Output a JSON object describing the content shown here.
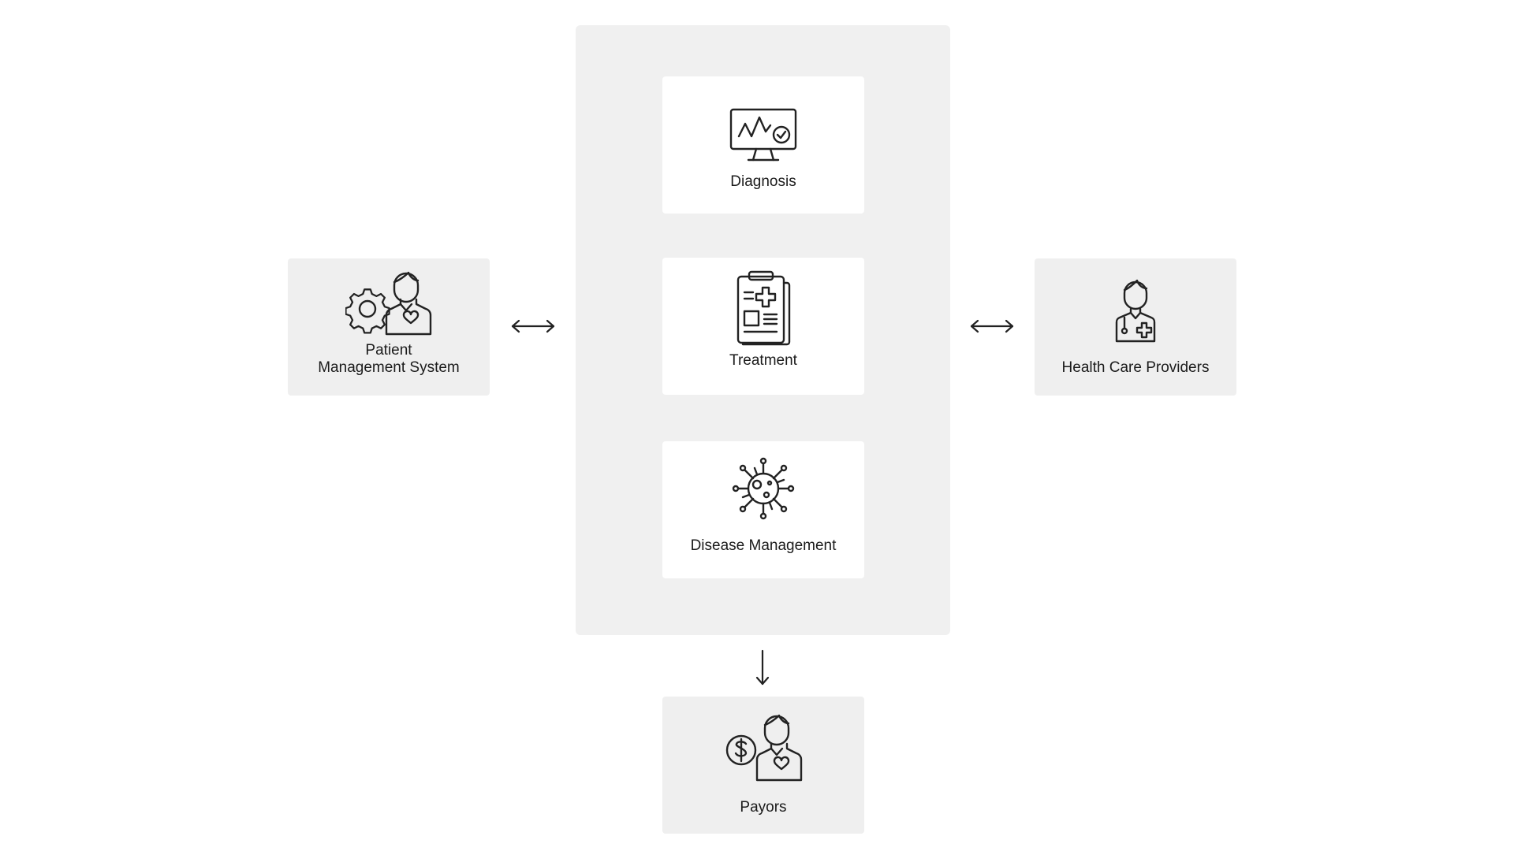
{
  "nodes": {
    "diagnosis": {
      "label": "Diagnosis",
      "icon": "monitor-heartbeat-check-icon"
    },
    "treatment": {
      "label": "Treatment",
      "icon": "clipboard-medical-icon"
    },
    "disease_management": {
      "label": "Disease Management",
      "icon": "virus-icon"
    },
    "patient_management": {
      "label_line1": "Patient",
      "label_line2": "Management System",
      "icon": "patient-gear-icon"
    },
    "health_care_providers": {
      "label": "Health Care Providers",
      "icon": "doctor-icon"
    },
    "payors": {
      "label": "Payors",
      "icon": "patient-dollar-icon"
    }
  },
  "connectors": [
    {
      "from": "Patient Management System",
      "to": "hub",
      "type": "bidirectional"
    },
    {
      "from": "hub",
      "to": "Health Care Providers",
      "type": "bidirectional"
    },
    {
      "from": "hub",
      "to": "Payors",
      "type": "directed"
    }
  ],
  "colors": {
    "panel": "#f0f0f0",
    "card": "#ffffff",
    "side_card": "#efefef",
    "stroke": "#222222"
  }
}
